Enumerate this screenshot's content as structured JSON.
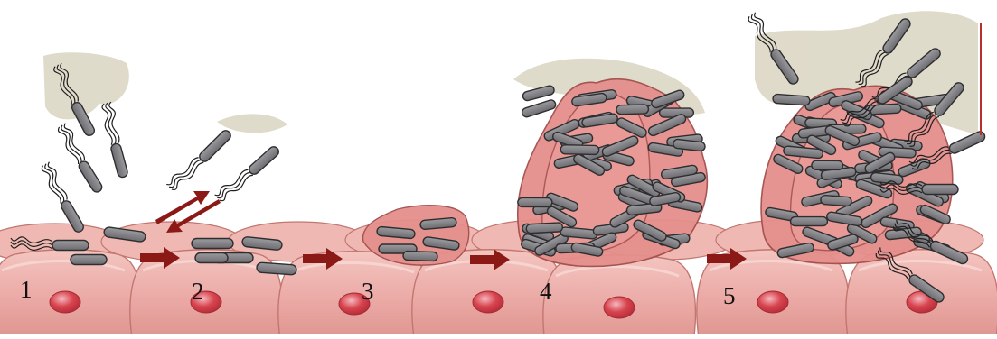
{
  "steps": [
    {
      "number": "1"
    },
    {
      "number": "2"
    },
    {
      "number": "3"
    },
    {
      "number": "4"
    },
    {
      "number": "5"
    }
  ],
  "colors": {
    "cell_fill": "#e9a19e",
    "cell_light": "#f4c5c0",
    "cell_edge": "#c27670",
    "nucleus": "#d8454f",
    "nucleus_highlight": "#f6b9bf",
    "matrix_fill": "#e58f8c",
    "matrix_edge": "#a24e4c",
    "bacterium": "#7d7d80",
    "bacterium_edge": "#2e2e30",
    "arrow": "#8b1a16",
    "mucus": "#dcd7c4"
  }
}
